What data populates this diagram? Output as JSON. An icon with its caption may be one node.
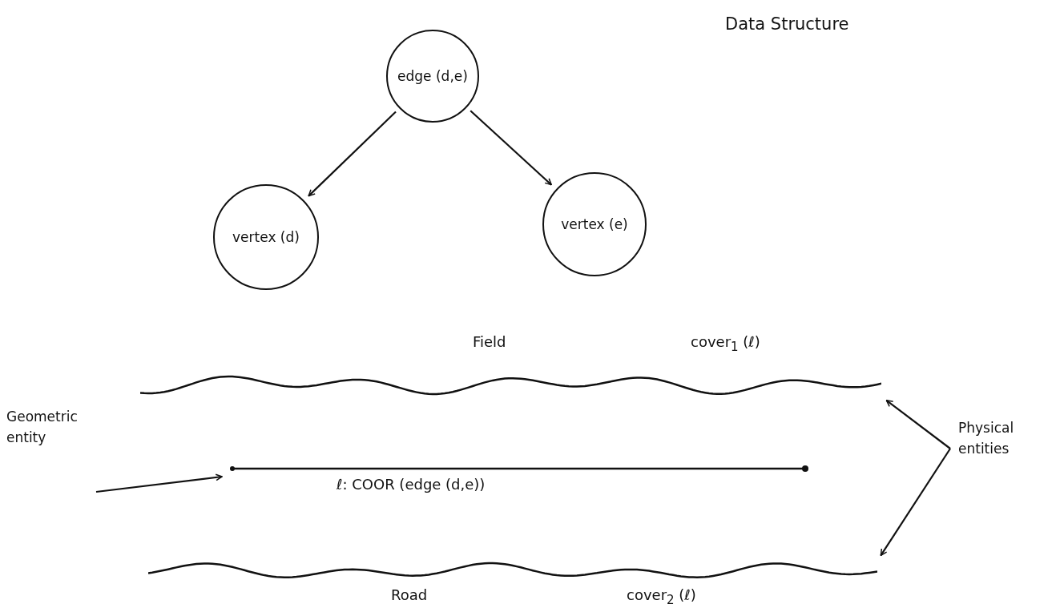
{
  "diagram": {
    "title": "Data Structure",
    "nodes": [
      {
        "text": [
          "edge (d,e)"
        ]
      },
      {
        "text": [
          "vertex (d)"
        ]
      },
      {
        "text": [
          "vertex (e)"
        ]
      },
      {
        "text": [
          "Physical entities"
        ]
      },
      {
        "text": [],
        "shape": "wave",
        "beside": [
          "Field",
          "cover$_{1}$ (ℓ)"
        ]
      },
      {
        "text": [],
        "shape": "wave",
        "beside": [
          "Road",
          "cover$_{2}$ (ℓ)"
        ]
      },
      {
        "text": [
          "Geometric entity"
        ]
      },
      {
        "text": [],
        "shape": "line",
        "beside": [
          "ℓ: COOR (edge (d,e))"
        ]
      }
    ],
    "edges": [
      {
        "from": 0,
        "to": 1,
        "arrow": "to"
      },
      {
        "from": 0,
        "to": 2,
        "arrow": "to"
      },
      {
        "from": 3,
        "to": 4,
        "arrow": "to"
      },
      {
        "from": 3,
        "to": 5,
        "arrow": "to"
      },
      {
        "from": 6,
        "to": 7,
        "arrow": "to"
      }
    ]
  }
}
